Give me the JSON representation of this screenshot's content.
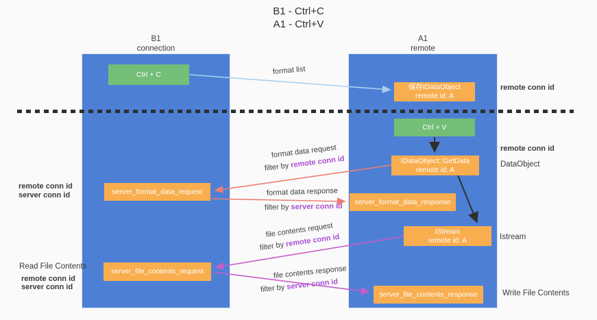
{
  "title": {
    "line1": "B1 - Ctrl+C",
    "line2": "A1 - Ctrl+V"
  },
  "columns": {
    "left": {
      "name": "B1",
      "role": "connection"
    },
    "right": {
      "name": "A1",
      "role": "remote"
    }
  },
  "nodes": {
    "ctrl_c": "Ctrl + C",
    "ctrl_v": "Ctrl + V",
    "save_idataobject": {
      "line1": "保存IDataObject",
      "line2": "remote id: A"
    },
    "getdata": {
      "line1": "IDataObject::GetData",
      "line2": "remote id: A"
    },
    "istream": {
      "line1": "IStream",
      "line2": "remote id: A"
    },
    "server_format_data_request": "server_format_data_request",
    "server_format_data_response": "server_format_data_response",
    "server_file_contents_request": "server_file_contents_request",
    "server_file_contents_response": "server_file_contents_response"
  },
  "arrow_labels": {
    "format_list": "format list",
    "format_data_request": "format data request",
    "format_data_request_filter": {
      "prefix": "filter by ",
      "key": "remote conn id"
    },
    "format_data_response": "format data response",
    "format_data_response_filter": {
      "prefix": "filter by ",
      "key": "server conn id"
    },
    "file_contents_request": "file contents request",
    "file_contents_request_filter": {
      "prefix": "filter by ",
      "key": "remote conn id"
    },
    "file_contents_response": "file contents response",
    "file_contents_response_filter": {
      "prefix": "filter by ",
      "key": "server conn id"
    }
  },
  "side_labels": {
    "right_top_remote_conn_id": "remote conn id",
    "right_mid_remote_conn_id": "remote conn id",
    "dataobject": "DataObject",
    "istream": "Istream",
    "write_file_contents": "Write File Contents",
    "left_format_remote_conn_id": "remote conn id",
    "left_format_server_conn_id": "server conn id",
    "read_file_contents": "Read File Contents",
    "left_file_remote_conn_id": "remote conn id",
    "left_file_server_conn_id": "server conn id"
  },
  "colors": {
    "background": "#fafafa",
    "column_blue": "#4d80d5",
    "box_green": "#74be78",
    "box_orange": "#f8ae4f",
    "arrow_light_blue": "#a9d2ee",
    "arrow_salmon": "#ee7d72",
    "arrow_magenta": "#c85ccb",
    "arrow_black": "#2f2f2f",
    "conn_id_purple": "#a94fd2",
    "conn_id_green": "#57ab63"
  }
}
